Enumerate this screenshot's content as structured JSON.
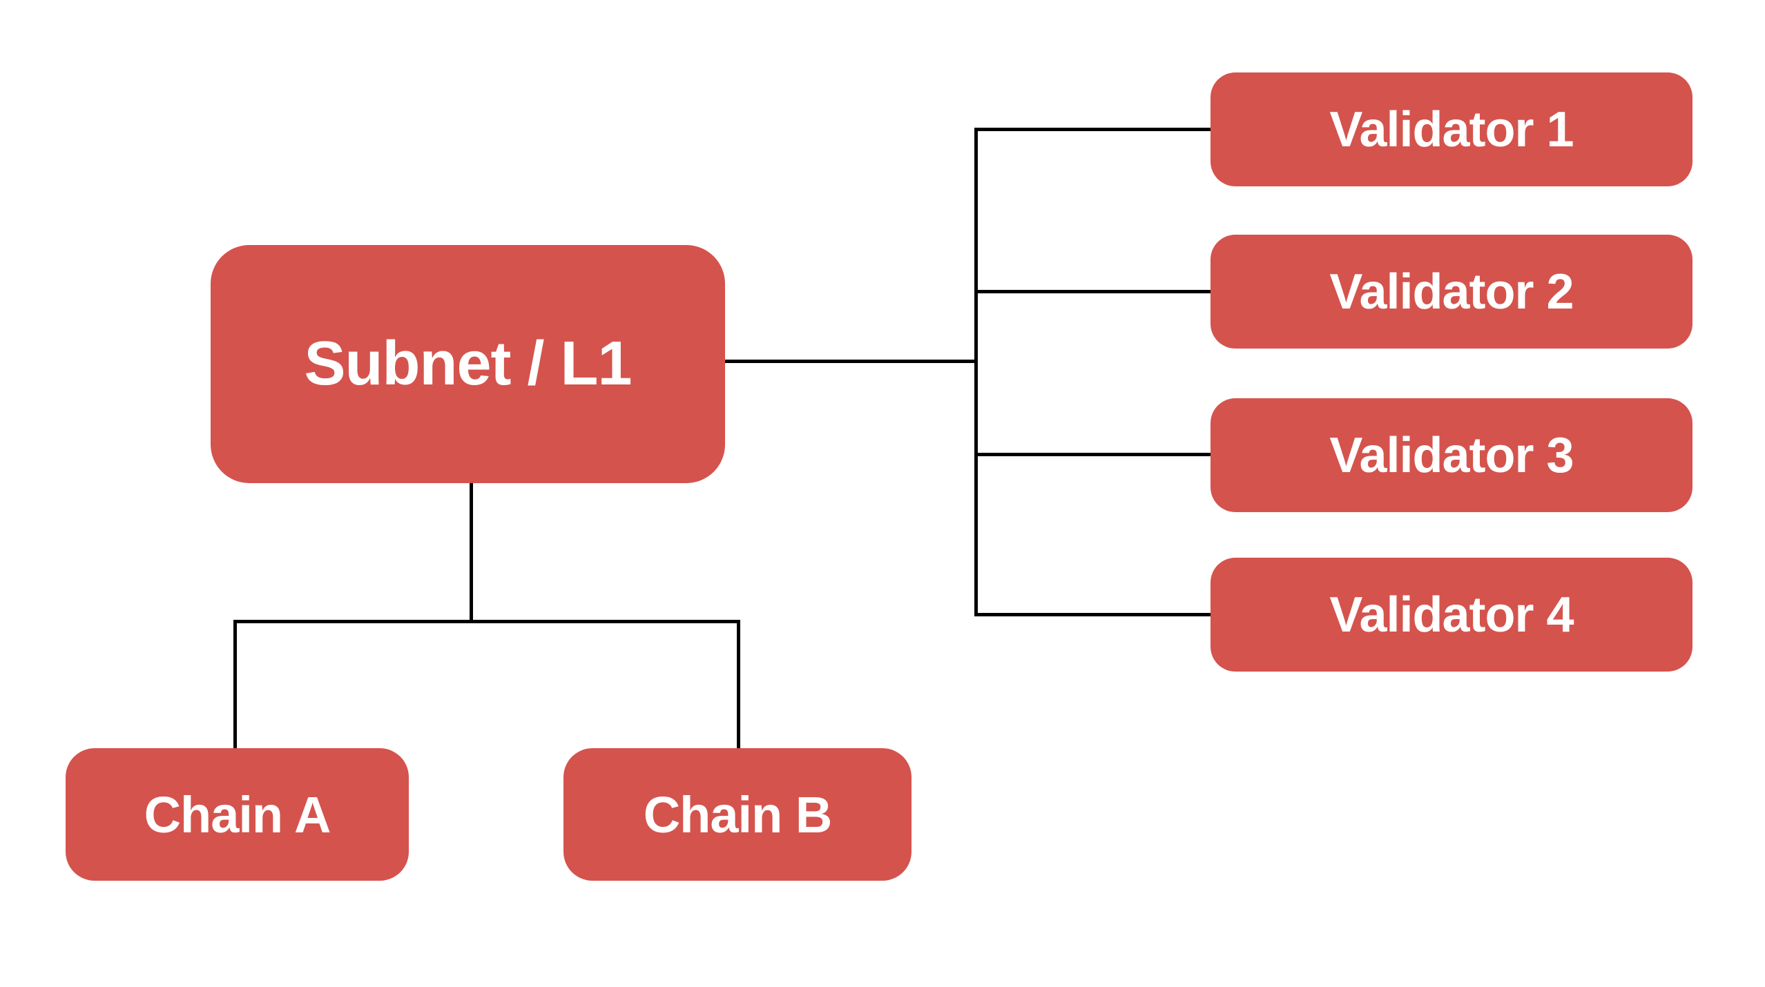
{
  "canvas": {
    "background": "#ffffff"
  },
  "colors": {
    "node_fill": "#d5534d",
    "node_text": "#ffffff",
    "connector": "#000000"
  },
  "diagram": {
    "type": "flowchart",
    "subnet": {
      "label": "Subnet / L1"
    },
    "validators": [
      {
        "label": "Validator 1"
      },
      {
        "label": "Validator 2"
      },
      {
        "label": "Validator 3"
      },
      {
        "label": "Validator 4"
      }
    ],
    "chains": [
      {
        "label": "Chain A"
      },
      {
        "label": "Chain B"
      }
    ]
  }
}
